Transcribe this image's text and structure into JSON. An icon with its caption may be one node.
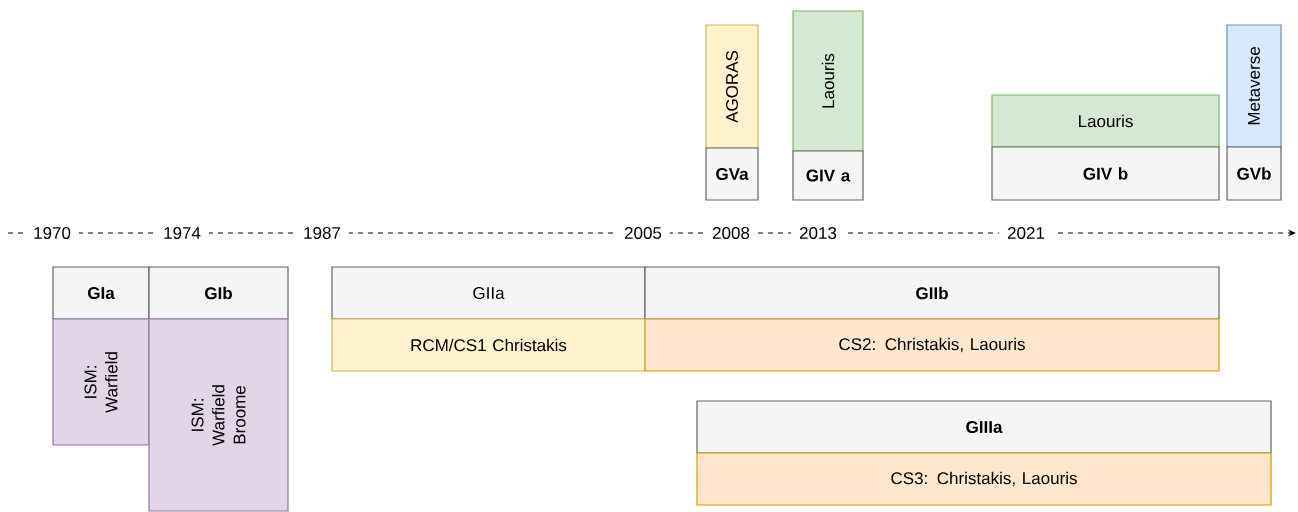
{
  "diagram": {
    "nodes": [
      {
        "text": [
          "AGORAS"
        ]
      },
      {
        "text": [
          "GVa"
        ]
      },
      {
        "text": [
          "Laouris"
        ]
      },
      {
        "text": [
          "GIV a"
        ]
      },
      {
        "text": [
          "Laouris"
        ]
      },
      {
        "text": [
          "GIV b"
        ]
      },
      {
        "text": [
          "Metaverse"
        ]
      },
      {
        "text": [
          "GVb"
        ]
      },
      {
        "text": [
          "GIa"
        ]
      },
      {
        "text": [
          "GIb"
        ]
      },
      {
        "text": [
          "GIIa"
        ]
      },
      {
        "text": [
          "GIIb"
        ]
      },
      {
        "text": [
          "ISM: Warfield"
        ]
      },
      {
        "text": [
          "ISM: Warfield Broome"
        ]
      },
      {
        "text": [
          "RCM/CS1 Christakis"
        ]
      },
      {
        "text": [
          "CS2: Christakis, Laouris"
        ]
      },
      {
        "text": [
          "GIIIa"
        ]
      },
      {
        "text": [
          "CS3: Christakis, Laouris"
        ]
      }
    ],
    "labels": [
      "1970",
      "1974",
      "1987",
      "2005",
      "2008",
      "2013",
      "2021"
    ]
  }
}
